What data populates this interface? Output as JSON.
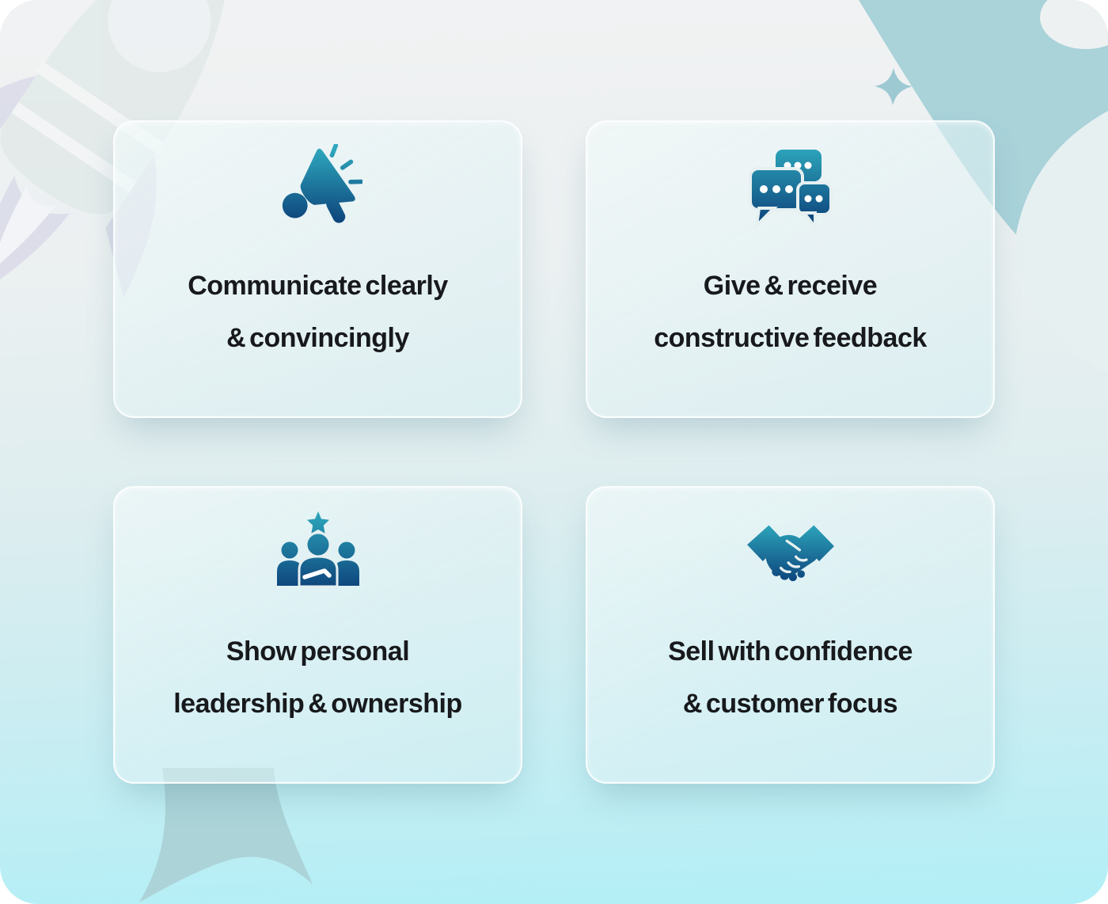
{
  "cards": [
    {
      "icon": "megaphone-icon",
      "line1": "Communicate clearly",
      "line2": "& convincingly"
    },
    {
      "icon": "chat-bubbles-icon",
      "line1": "Give & receive",
      "line2": "constructive feedback"
    },
    {
      "icon": "team-leadership-icon",
      "line1": "Show personal",
      "line2": "leadership & ownership"
    },
    {
      "icon": "handshake-icon",
      "line1": "Sell with confidence",
      "line2": "& customer focus"
    }
  ],
  "colors": {
    "icon_gradient_start": "#2EA9BE",
    "icon_gradient_end": "#0A3A75",
    "text": "#17191C",
    "background_top": "#F1F2F3",
    "background_bottom": "#B2EFF6",
    "card_border": "#FFFFFF",
    "decoration_teal": "#A9D2D9",
    "decoration_rocket_body": "#E3EAEA",
    "decoration_lavender": "#DBDCE9",
    "decoration_sparkle": "#9DC9D3",
    "decoration_tail": "#ABD3D8"
  },
  "decorations": [
    "rocket",
    "sparkle-star",
    "corner-blob",
    "whale-tail"
  ]
}
